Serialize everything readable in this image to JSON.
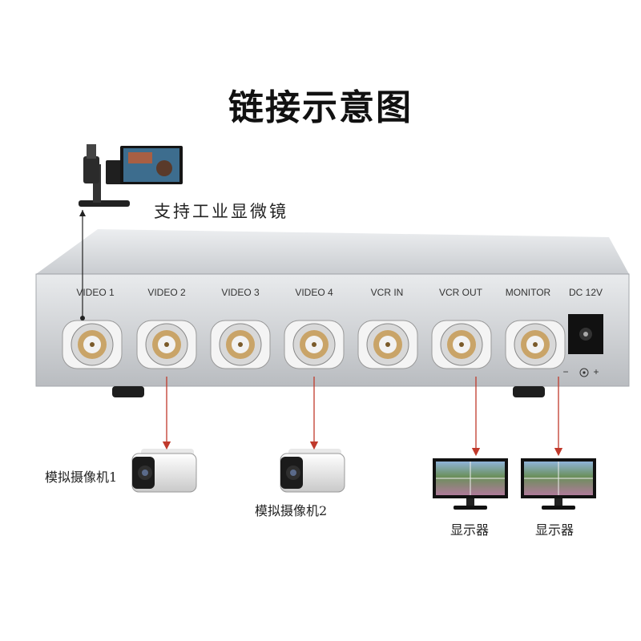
{
  "title": "链接示意图",
  "device": {
    "ports": [
      "VIDEO 1",
      "VIDEO 2",
      "VIDEO 3",
      "VIDEO 4",
      "VCR IN",
      "VCR OUT",
      "MONITOR"
    ],
    "power_label": "DC 12V",
    "polarity_minus": "−",
    "polarity_plus": "+"
  },
  "microscope": {
    "caption": "支持工业显微镜"
  },
  "cameras": [
    {
      "caption": "模拟摄像机1"
    },
    {
      "caption": "模拟摄像机2"
    }
  ],
  "monitors": [
    {
      "caption": "显示器"
    },
    {
      "caption": "显示器"
    }
  ],
  "colors": {
    "arrow": "#c0392b",
    "body": "#d9dce0",
    "bnc_white": "#f2f2f2",
    "bnc_gold": "#c8a060"
  }
}
